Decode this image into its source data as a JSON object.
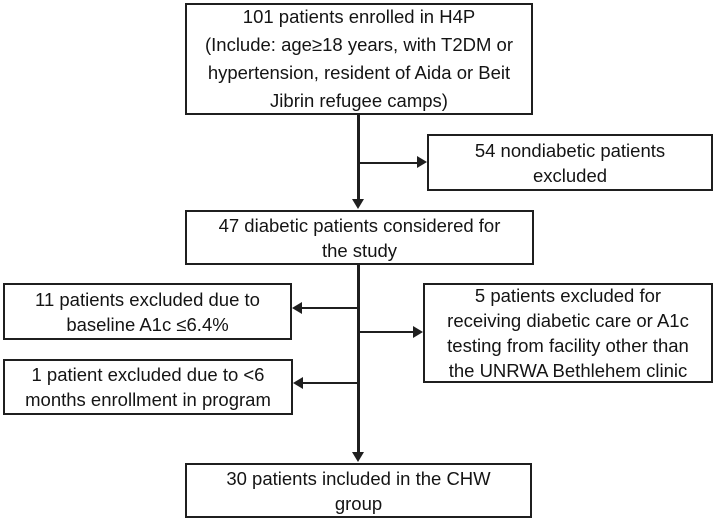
{
  "colors": {
    "background": "#ffffff",
    "box_border": "#1f1f1f",
    "text": "#141414",
    "arrow": "#1f1f1f"
  },
  "flowchart": {
    "nodes": {
      "enrolled": {
        "lines": [
          "101 patients enrolled in H4P",
          "(Include: age≥18 years, with T2DM or",
          "hypertension, resident of Aida or Beit",
          "Jibrin refugee camps)"
        ]
      },
      "nondiabetic_excluded": {
        "lines": [
          "54 nondiabetic patients",
          "excluded"
        ]
      },
      "diabetic_considered": {
        "lines": [
          "47 diabetic patients considered for",
          "the study"
        ]
      },
      "a1c_excluded": {
        "lines": [
          "11 patients excluded due to",
          "baseline A1c ≤6.4%"
        ]
      },
      "enrollment_excluded": {
        "lines": [
          "1 patient excluded due to <6",
          "months enrollment in program"
        ]
      },
      "facility_excluded": {
        "lines": [
          "5 patients excluded for",
          "receiving diabetic care or A1c",
          "testing from facility other than",
          "the UNRWA Bethlehem clinic"
        ]
      },
      "chw_group": {
        "lines": [
          "30 patients included in the CHW",
          "group"
        ]
      }
    },
    "edges": [
      {
        "from": "enrolled",
        "to": "diabetic_considered"
      },
      {
        "from": "enrolled",
        "to": "nondiabetic_excluded"
      },
      {
        "from": "diabetic_considered",
        "to": "a1c_excluded"
      },
      {
        "from": "diabetic_considered",
        "to": "facility_excluded"
      },
      {
        "from": "diabetic_considered",
        "to": "enrollment_excluded"
      },
      {
        "from": "diabetic_considered",
        "to": "chw_group"
      }
    ]
  }
}
